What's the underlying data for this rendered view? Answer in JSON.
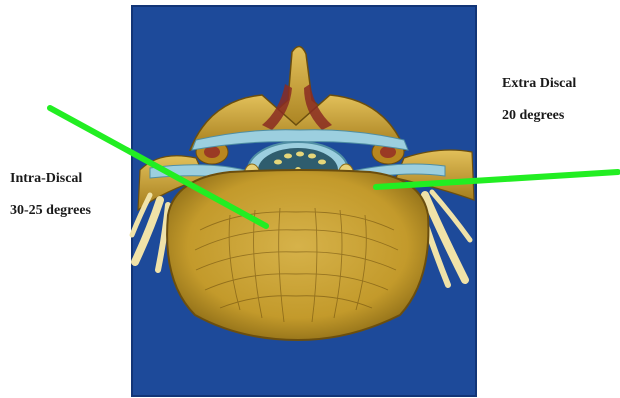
{
  "annotations": {
    "intra_discal": {
      "title": "Intra-Discal",
      "angle": "30-25 degrees"
    },
    "extra_discal": {
      "title": "Extra Discal",
      "angle": "20 degrees"
    }
  },
  "colors": {
    "background_panel": "#1d4a9a",
    "indicator_line": "#22ee22",
    "bone": "#c9a02a",
    "disc": "#c6a131",
    "ligament": "#9ccfdf",
    "spinal_canal": "#2f5d6e"
  }
}
